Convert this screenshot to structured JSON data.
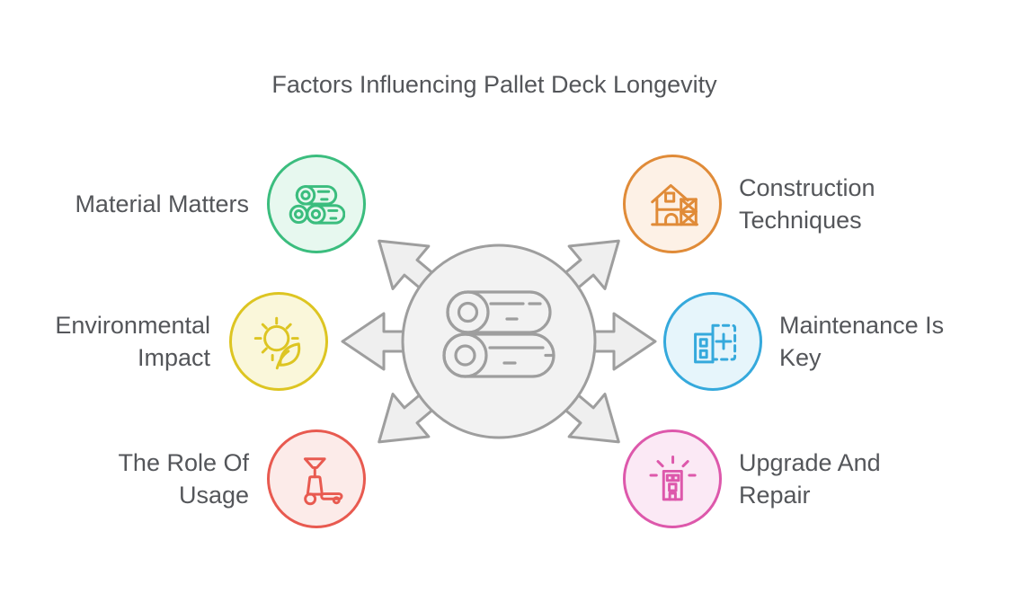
{
  "title": "Factors Influencing Pallet Deck Longevity",
  "hub": {
    "icon": "logs-icon",
    "fill": "#f2f2f2",
    "stroke": "#9e9e9e",
    "arrow_fill": "#efefef",
    "arrow_directions": [
      "up-left",
      "left",
      "down-left",
      "up-right",
      "right",
      "down-right"
    ]
  },
  "factors": [
    {
      "label": "Material Matters",
      "icon": "logs-icon",
      "accent": "#3bbd7e",
      "fill": "#e7f8ef",
      "position": "top-left"
    },
    {
      "label": "Environmental Impact",
      "icon": "sun-leaf-icon",
      "accent": "#ddc522",
      "fill": "#faf7da",
      "position": "middle-left"
    },
    {
      "label": "The Role Of Usage",
      "icon": "pallet-jack-icon",
      "accent": "#e85a50",
      "fill": "#fcebe9",
      "position": "bottom-left"
    },
    {
      "label": "Construction Techniques",
      "icon": "house-scaffold-icon",
      "accent": "#e08b38",
      "fill": "#fdf1e6",
      "position": "top-right"
    },
    {
      "label": "Maintenance Is Key",
      "icon": "building-plus-icon",
      "accent": "#35a9dc",
      "fill": "#e6f5fb",
      "position": "middle-right"
    },
    {
      "label": "Upgrade And Repair",
      "icon": "building-rays-icon",
      "accent": "#dd58ab",
      "fill": "#fbe9f5",
      "position": "bottom-right"
    }
  ],
  "colors": {
    "text": "#54565a",
    "background": "#ffffff"
  }
}
